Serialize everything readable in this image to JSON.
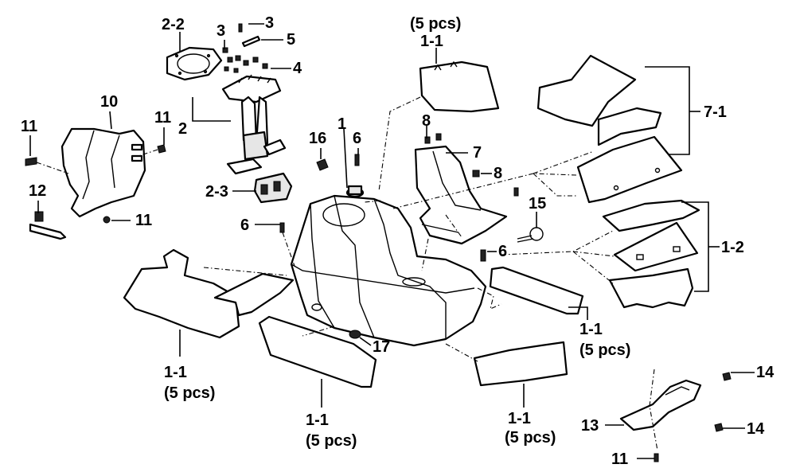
{
  "diagram": {
    "labels": {
      "l_2_2": "2-2",
      "l_3a": "3",
      "l_3b": "3",
      "l_5": "5",
      "l_4": "4",
      "l_2": "2",
      "l_2_3": "2-3",
      "l_10": "10",
      "l_11_left": "11",
      "l_11_mid": "11",
      "l_11_low": "11",
      "l_12": "12",
      "l_5pcs_top": "(5 pcs)",
      "l_1_1_top": "1-1",
      "l_16": "16",
      "l_1": "1",
      "l_6_top": "6",
      "l_8_top": "8",
      "l_7": "7",
      "l_8_mid": "8",
      "l_7_1": "7-1",
      "l_15": "15",
      "l_6_left": "6",
      "l_6_right": "6",
      "l_1_2": "1-2",
      "l_17": "17",
      "l_1_1_left": "1-1",
      "l_5pcs_left": "(5 pcs)",
      "l_1_1_mid": "1-1",
      "l_5pcs_mid": "(5 pcs)",
      "l_1_1_right": "1-1",
      "l_5pcs_right": "(5 pcs)",
      "l_1_1_br": "1-1",
      "l_5pcs_br": "(5 pcs)",
      "l_14_top": "14",
      "l_14_bot": "14",
      "l_13": "13",
      "l_11_br": "11"
    }
  }
}
